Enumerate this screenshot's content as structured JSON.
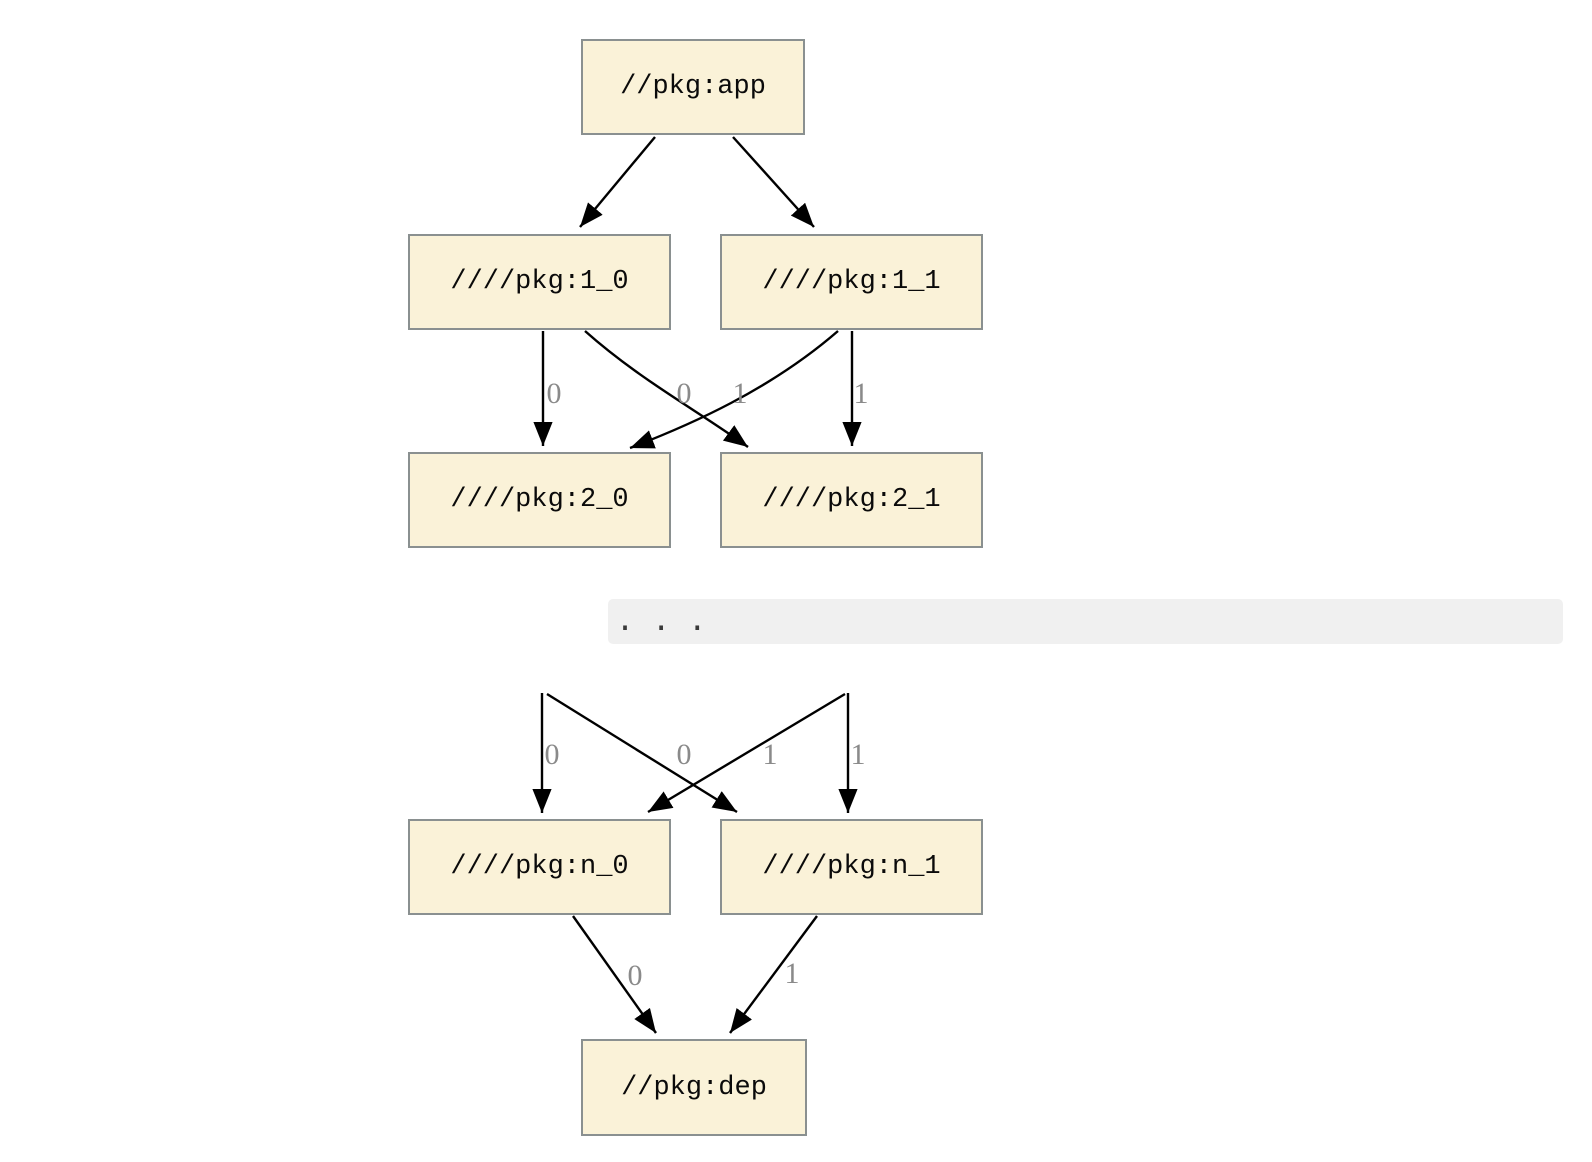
{
  "page": {
    "background": "#ffffff"
  },
  "styles": {
    "node_fill": "#faf2d8",
    "node_border": "#8a9090",
    "node_text_color": "#0a0a0a",
    "edge_color": "#000000",
    "edge_label_color": "#8a8a8a",
    "separator_background": "#f0f0f0",
    "separator_text_color": "#3a3a3a"
  },
  "upper_graph": {
    "nodes": [
      {
        "id": "app",
        "label": "//pkg:app"
      },
      {
        "id": "1_0",
        "label": "////pkg:1_0"
      },
      {
        "id": "1_1",
        "label": "////pkg:1_1"
      },
      {
        "id": "2_0",
        "label": "////pkg:2_0"
      },
      {
        "id": "2_1",
        "label": "////pkg:2_1"
      }
    ],
    "edges": [
      {
        "from": "//pkg:app",
        "to": "////pkg:1_0",
        "label": ""
      },
      {
        "from": "//pkg:app",
        "to": "////pkg:1_1",
        "label": ""
      },
      {
        "from": "////pkg:1_0",
        "to": "////pkg:2_0",
        "label": "0"
      },
      {
        "from": "////pkg:1_1",
        "to": "////pkg:2_0",
        "label": "0"
      },
      {
        "from": "////pkg:1_0",
        "to": "////pkg:2_1",
        "label": "1"
      },
      {
        "from": "////pkg:1_1",
        "to": "////pkg:2_1",
        "label": "1"
      }
    ]
  },
  "separator": {
    "text": ". . ."
  },
  "lower_graph": {
    "nodes": [
      {
        "id": "n_0",
        "label": "////pkg:n_0"
      },
      {
        "id": "n_1",
        "label": "////pkg:n_1"
      },
      {
        "id": "dep",
        "label": "//pkg:dep"
      }
    ],
    "edges": [
      {
        "from": "",
        "to": "////pkg:n_0",
        "label": "0"
      },
      {
        "from": "",
        "to": "////pkg:n_0",
        "label": "0"
      },
      {
        "from": "",
        "to": "////pkg:n_1",
        "label": "1"
      },
      {
        "from": "",
        "to": "////pkg:n_1",
        "label": "1"
      },
      {
        "from": "////pkg:n_0",
        "to": "//pkg:dep",
        "label": "0"
      },
      {
        "from": "////pkg:n_1",
        "to": "//pkg:dep",
        "label": "1"
      }
    ]
  }
}
